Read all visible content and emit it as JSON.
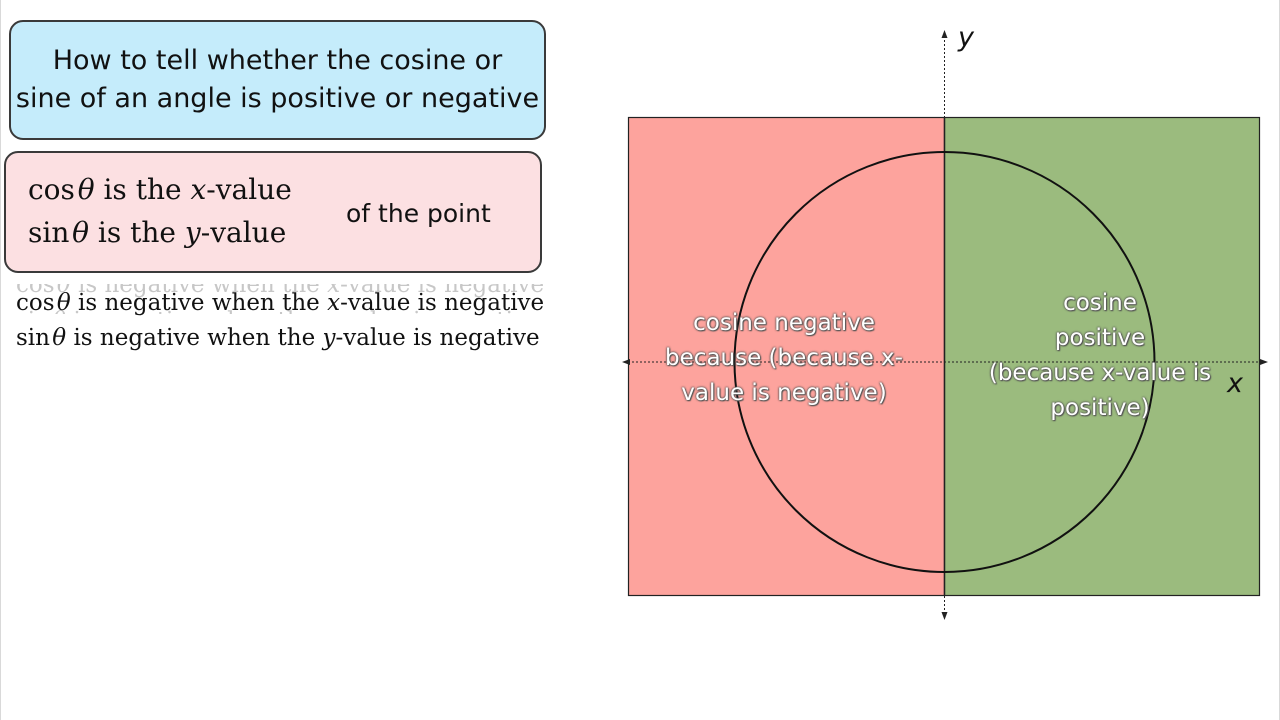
{
  "title": {
    "line1": "How to tell whether the cosine or",
    "line2": "sine of an angle is positive or negative"
  },
  "definition": {
    "cos_prefix": "cos",
    "cos_theta": "θ",
    "cos_mid": " is the ",
    "cos_var": "x",
    "cos_suffix": "-value",
    "sin_prefix": "sin",
    "sin_theta": "θ",
    "sin_mid": " is the ",
    "sin_var": "y",
    "sin_suffix": "-value",
    "of_the_point": "of the point"
  },
  "rules": {
    "cos_prefix": "cos",
    "cos_theta": "θ",
    "cos_mid": " is negative when the ",
    "cos_var": "x",
    "cos_suffix": "-value is negative",
    "sin_prefix": "sin",
    "sin_theta": "θ",
    "sin_mid": " is negative when the ",
    "sin_var": "y",
    "sin_suffix": "-value is negative"
  },
  "diagram": {
    "axis_y_label": "y",
    "axis_x_label": "x",
    "left_region": {
      "line1": "cosine negative",
      "line2": "because (because x-",
      "line3": "value is negative)",
      "color": "#fda39d"
    },
    "right_region": {
      "line1": "cosine",
      "line2": "positive",
      "line3": "(because x-value is",
      "line4": "positive)",
      "color": "#9bbb7e"
    }
  }
}
